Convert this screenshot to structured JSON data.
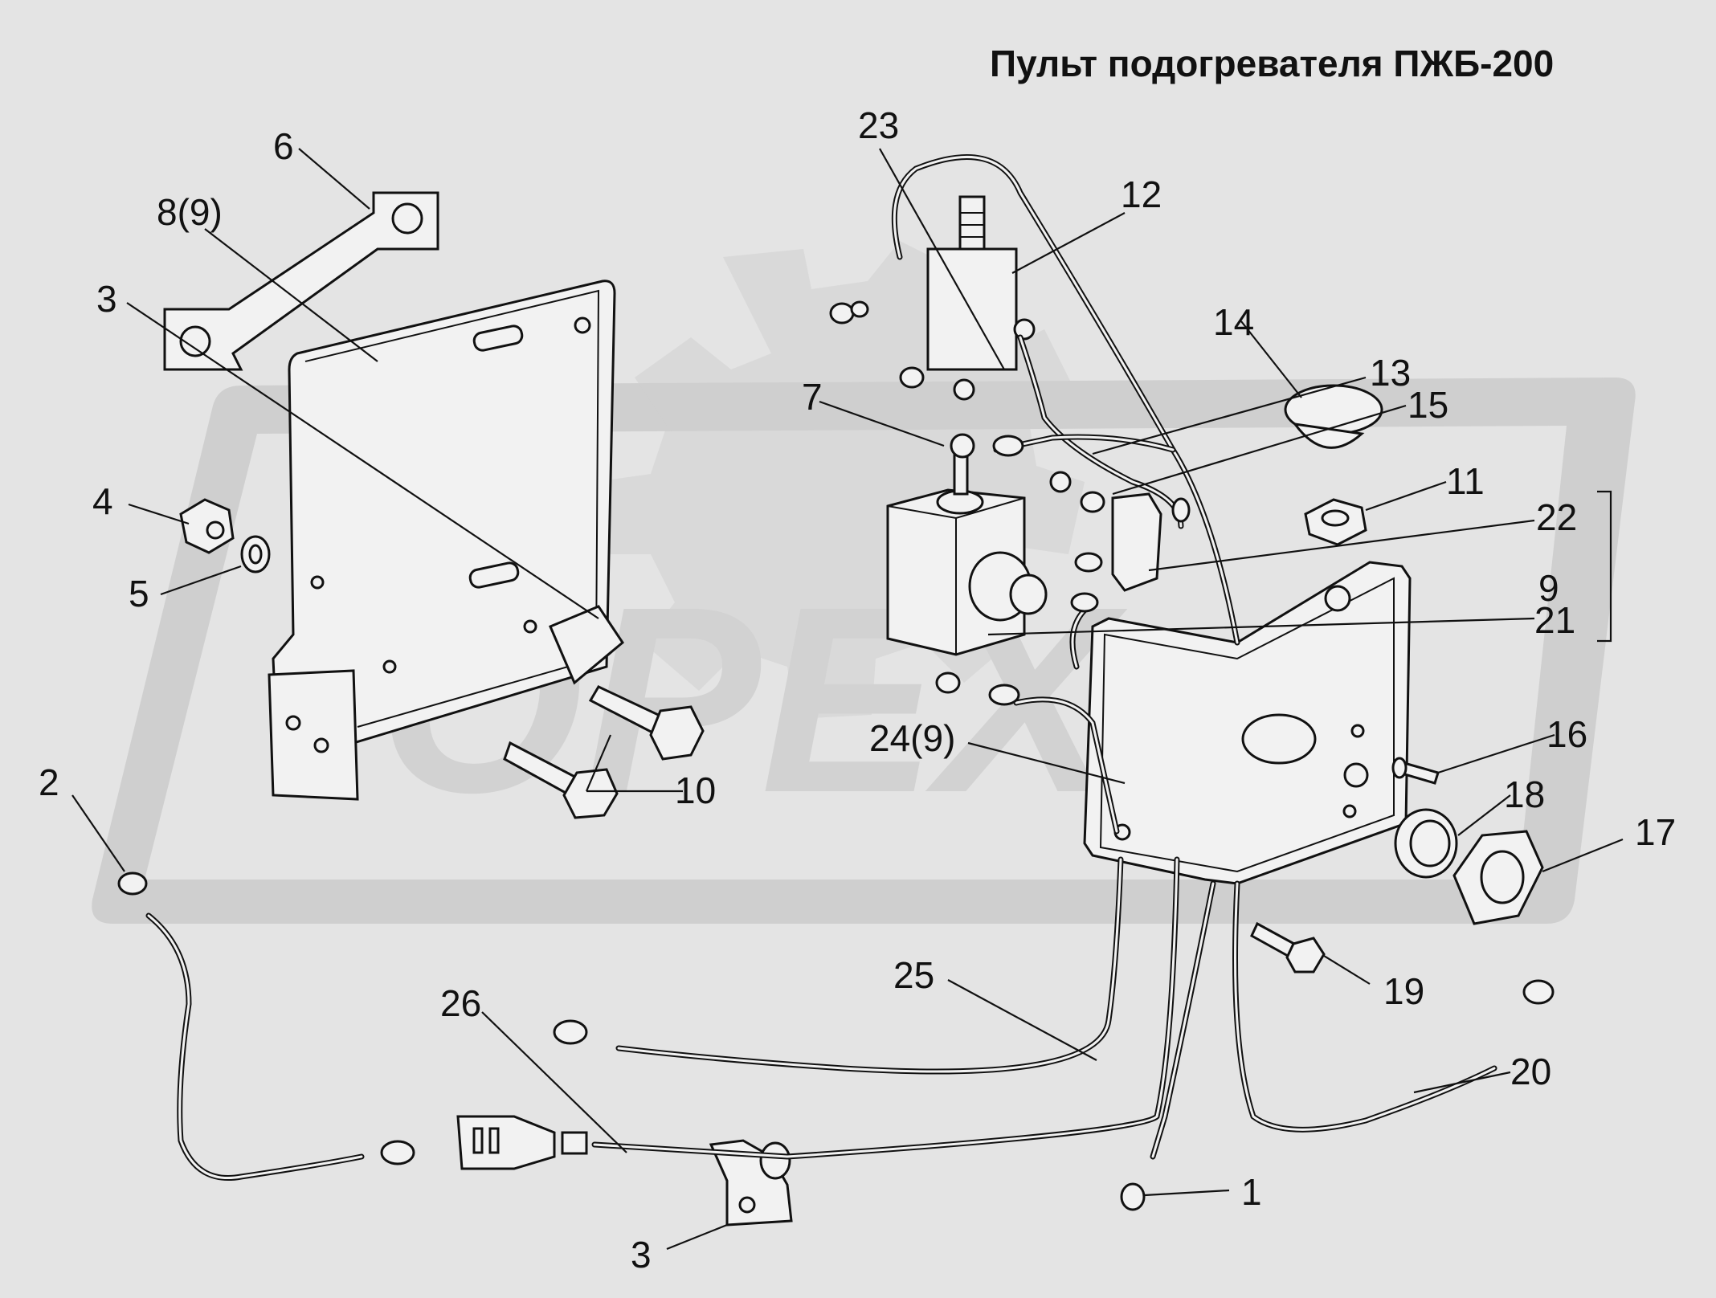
{
  "title": "Пульт подогревателя ПЖБ-200",
  "watermark": "OPEX",
  "colors": {
    "background": "#e4e4e4",
    "watermark": "#cfcfcf",
    "line": "#111111"
  },
  "callouts": [
    {
      "id": "c1",
      "text": "1"
    },
    {
      "id": "c2",
      "text": "2"
    },
    {
      "id": "c3a",
      "text": "3"
    },
    {
      "id": "c3b",
      "text": "3"
    },
    {
      "id": "c4",
      "text": "4"
    },
    {
      "id": "c5",
      "text": "5"
    },
    {
      "id": "c6",
      "text": "6"
    },
    {
      "id": "c7",
      "text": "7"
    },
    {
      "id": "c8",
      "text": "8(9)"
    },
    {
      "id": "c9",
      "text": "9"
    },
    {
      "id": "c10",
      "text": "10"
    },
    {
      "id": "c11",
      "text": "11"
    },
    {
      "id": "c12",
      "text": "12"
    },
    {
      "id": "c13",
      "text": "13"
    },
    {
      "id": "c14",
      "text": "14"
    },
    {
      "id": "c15",
      "text": "15"
    },
    {
      "id": "c16",
      "text": "16"
    },
    {
      "id": "c17",
      "text": "17"
    },
    {
      "id": "c18",
      "text": "18"
    },
    {
      "id": "c19",
      "text": "19"
    },
    {
      "id": "c20",
      "text": "20"
    },
    {
      "id": "c21",
      "text": "21"
    },
    {
      "id": "c22",
      "text": "22"
    },
    {
      "id": "c23",
      "text": "23"
    },
    {
      "id": "c24",
      "text": "24(9)"
    },
    {
      "id": "c25",
      "text": "25"
    },
    {
      "id": "c26",
      "text": "26"
    }
  ]
}
